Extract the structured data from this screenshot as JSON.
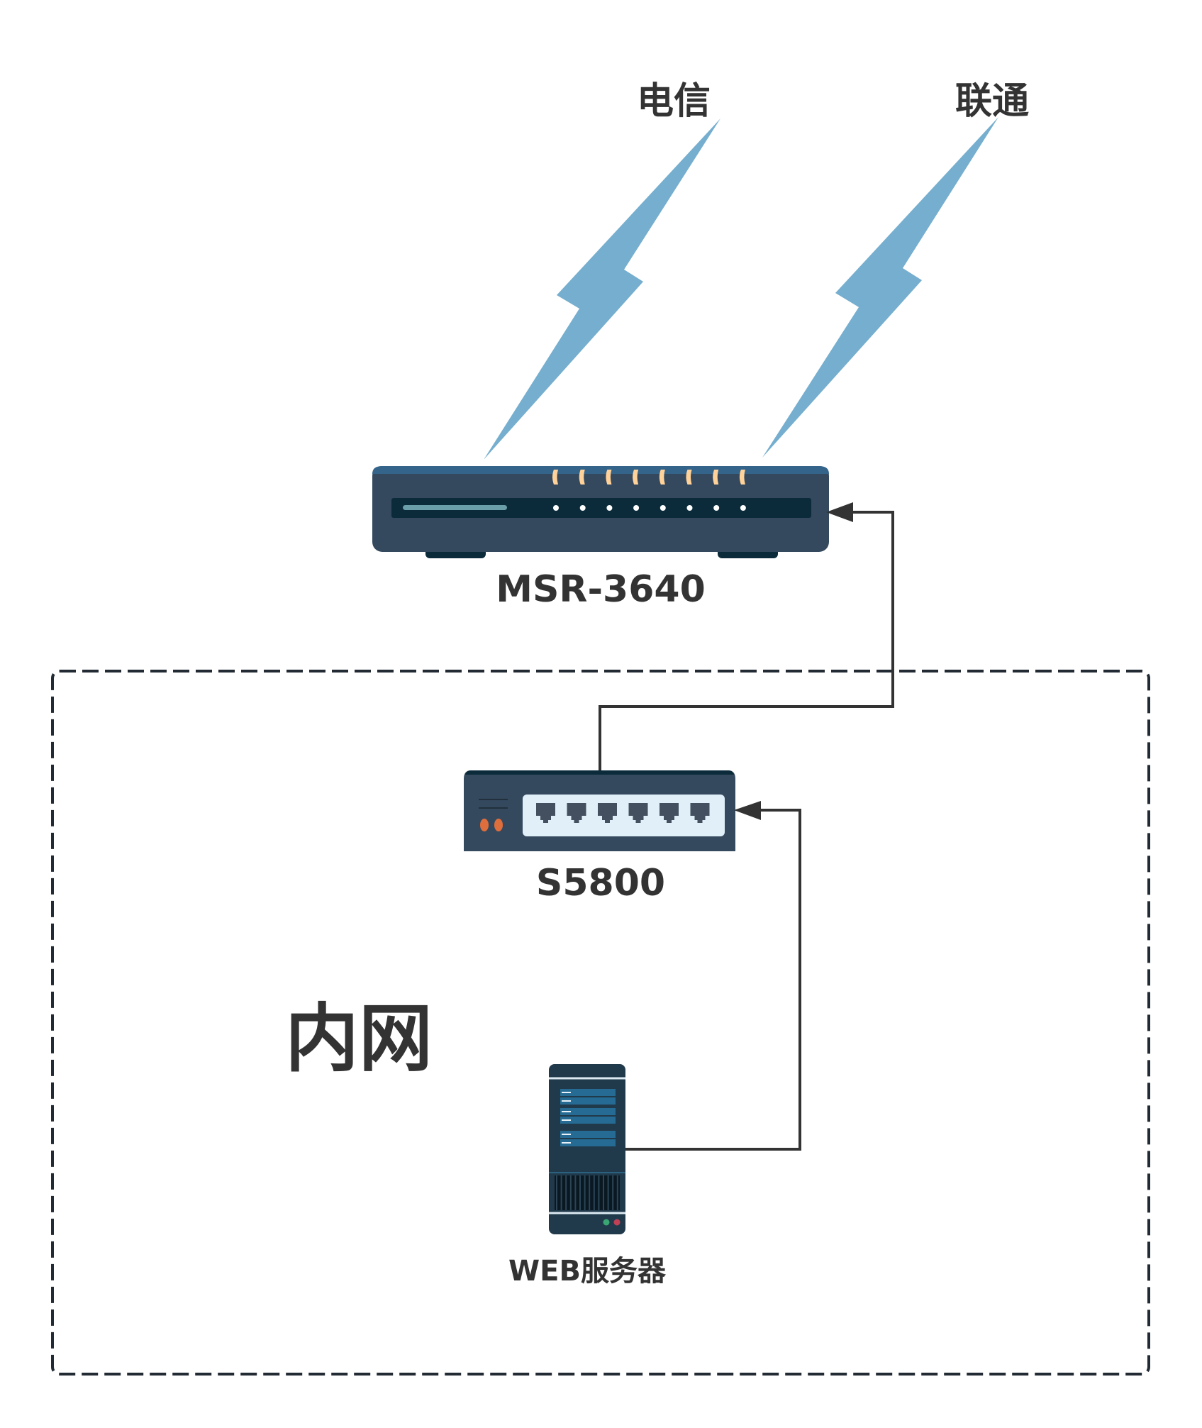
{
  "diagram": {
    "zone": {
      "label": "内网",
      "border_style": "dashed"
    },
    "isps": [
      {
        "label": "电信",
        "link": "wireless-lightning"
      },
      {
        "label": "联通",
        "link": "wireless-lightning"
      }
    ],
    "devices": {
      "router": {
        "label": "MSR-3640",
        "type": "router",
        "led_count": 8
      },
      "switch": {
        "label": "S5800",
        "type": "switch",
        "port_count": 6
      },
      "server": {
        "label": "WEB服务器",
        "type": "server"
      }
    },
    "connections": [
      {
        "from": "switch",
        "to": "router",
        "arrow": "to"
      },
      {
        "from": "server",
        "to": "switch",
        "arrow": "to"
      }
    ]
  },
  "colors": {
    "lightning": "#75aece",
    "device_body": "#34495e",
    "device_dark": "#0b2b3b",
    "router_top": "#35648a",
    "led_amber": "#ffd29a",
    "port_panel": "#e1f0f8",
    "port": "#44505f",
    "switch_led": "#df6e3d",
    "server_body": "#213a4b",
    "server_drive": "#256b93",
    "server_led_green": "#3aa673",
    "server_led_red": "#c04056",
    "line": "#333333",
    "text": "#333333"
  }
}
